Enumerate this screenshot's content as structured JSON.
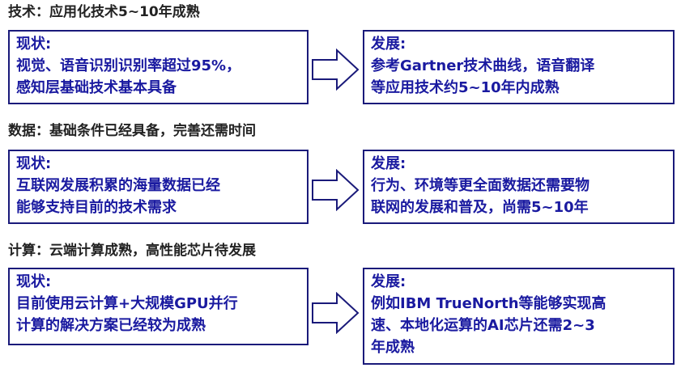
{
  "sections": [
    {
      "heading": "技术：应用化技术5~10年成熟",
      "current": {
        "label": "现状:",
        "lines": [
          "视觉、语音识别识别率超过95%，",
          "感知层基础技术基本具备"
        ]
      },
      "future": {
        "label": "发展:",
        "lines": [
          "参考Gartner技术曲线，语音翻译",
          "等应用技术约5~10年内成熟"
        ]
      }
    },
    {
      "heading": "数据：基础条件已经具备，完善还需时间",
      "current": {
        "label": "现状:",
        "lines": [
          "互联网发展积累的海量数据已经",
          "能够支持目前的技术需求"
        ]
      },
      "future": {
        "label": "发展:",
        "lines": [
          "行为、环境等更全面数据还需要物",
          "联网的发展和普及，尚需5~10年"
        ]
      }
    },
    {
      "heading": "计算：云端计算成熟，高性能芯片待发展",
      "current": {
        "label": "现状:",
        "lines": [
          "目前使用云计算+大规模GPU并行",
          "计算的解决方案已经较为成熟"
        ]
      },
      "future": {
        "label": "发展:",
        "lines": [
          "例如IBM TrueNorth等能够实现高",
          "速、本地化运算的AI芯片还需2~3",
          "年成熟"
        ]
      }
    }
  ],
  "colors": {
    "text": "#1a1aa0",
    "border": "#1a1a7a",
    "heading": "#222222"
  },
  "icons": [
    "right-arrow-icon"
  ]
}
